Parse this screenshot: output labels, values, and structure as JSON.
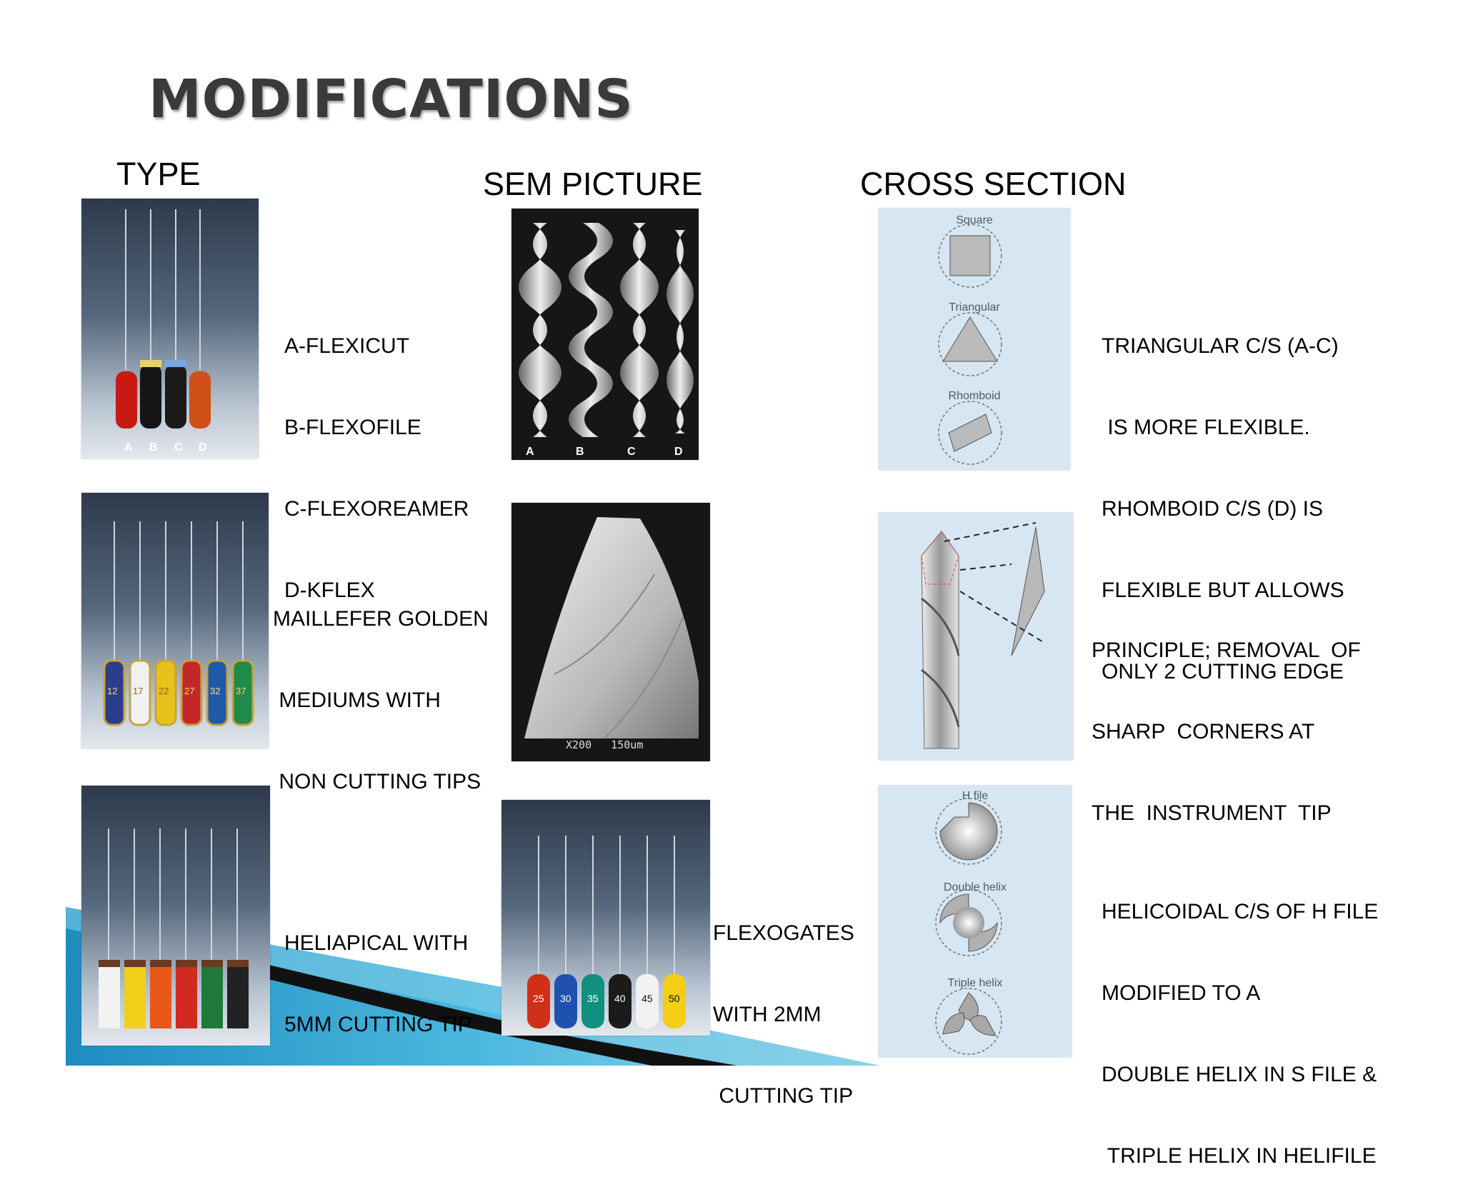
{
  "slide": {
    "title": "MODIFICATIONS",
    "column_headers": {
      "type": "TYPE",
      "sem": "SEM  PICTURE",
      "cross_section": "CROSS SECTION"
    }
  },
  "row1": {
    "type_lines": [
      "A-FLEXICUT",
      "B-FLEXOFILE",
      "C-FLEXOREAMER",
      "D-KFLEX"
    ],
    "photo_letters": [
      "A",
      "B",
      "C",
      "D"
    ],
    "sem_letters": [
      "A",
      "B",
      "C",
      "D"
    ],
    "cs_labels": [
      "Square",
      "Triangular",
      "Rhomboid"
    ],
    "note_lines": [
      "TRIANGULAR C/S (A-C)",
      " IS MORE FLEXIBLE.",
      "RHOMBOID C/S (D) IS",
      "FLEXIBLE BUT ALLOWS",
      "ONLY 2 CUTTING EDGE"
    ]
  },
  "row2": {
    "type_lines": [
      "MAILLEFER GOLDEN",
      " MEDIUMS WITH",
      " NON CUTTING TIPS"
    ],
    "handle_numbers": [
      "12",
      "17",
      "22",
      "27",
      "32",
      "37"
    ],
    "sem_caption": "X200   150um",
    "note_lines": [
      "PRINCIPLE; REMOVAL  OF",
      "SHARP  CORNERS AT",
      "THE  INSTRUMENT  TIP"
    ]
  },
  "row3": {
    "type_lines": [
      "HELIAPICAL WITH",
      "5MM CUTTING TIP"
    ],
    "flexogates_lines": [
      "FLEXOGATES",
      "WITH 2MM",
      " CUTTING TIP"
    ],
    "handle_numbers": [
      "25",
      "30",
      "35",
      "40",
      "45",
      "50"
    ],
    "cs_labels": [
      "H file",
      "Double helix",
      "Triple helix"
    ],
    "note_lines": [
      "HELICOIDAL C/S OF H FILE",
      "MODIFIED TO A",
      "DOUBLE HELIX IN S FILE &",
      " TRIPLE HELIX IN HELIFILE"
    ]
  },
  "colors": {
    "title": "#3a3a3a",
    "accent_blue": "#2aa6d0",
    "panel_blue": "#d6e7f3"
  }
}
